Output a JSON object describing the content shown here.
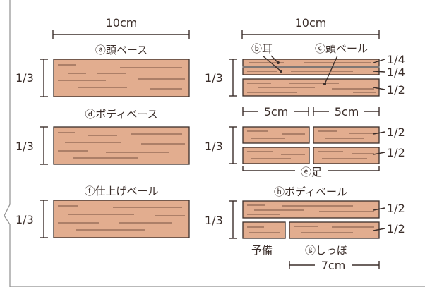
{
  "colors": {
    "wood": "#e2ad8f",
    "ink": "#3b2e2a",
    "frame": "#8f8f8f"
  },
  "left": {
    "width_label": "10cm",
    "boards": [
      {
        "label": "ⓐ頭ベース",
        "height_label": "1/3"
      },
      {
        "label": "ⓓボディベース",
        "height_label": "1/3"
      },
      {
        "label": "ⓕ仕上げベール",
        "height_label": "1/3"
      }
    ]
  },
  "right": {
    "width_label": "10cm",
    "head": {
      "ear_label": "ⓑ耳",
      "veil_label": "ⓒ頭ベール",
      "height_label": "1/3",
      "fractions": [
        "1/4",
        "1/4",
        "1/2"
      ]
    },
    "legs": {
      "piece_width_labels": [
        "5cm",
        "5cm"
      ],
      "height_label": "1/3",
      "fractions": [
        "1/2",
        "1/2"
      ],
      "group_label": "ⓔ足"
    },
    "body_veil": {
      "title": "ⓗボディベール",
      "height_label": "1/3",
      "fractions": [
        "1/2",
        "1/2"
      ],
      "spare_label": "予備",
      "tail_label": "ⓖしっぽ",
      "tail_width_label": "7cm"
    }
  }
}
